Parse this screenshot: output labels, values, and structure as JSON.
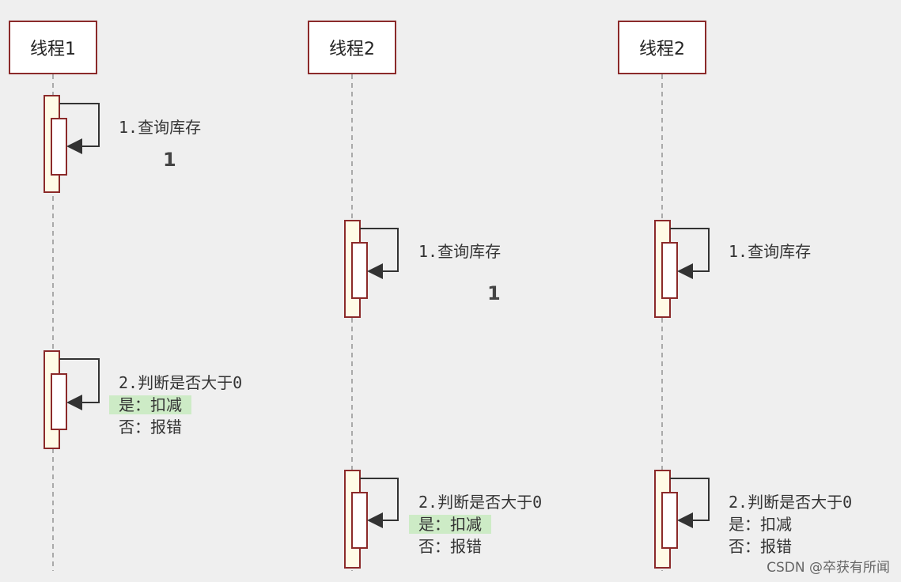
{
  "actors": [
    {
      "label": "线程1"
    },
    {
      "label": "线程2"
    },
    {
      "label": "线程2"
    }
  ],
  "steps": {
    "query_label": "1.查询库存",
    "judge_label": "2.判断是否大于0",
    "yes_label": "是：扣减",
    "no_label": "否：报错"
  },
  "values": {
    "t1_stock": "1",
    "t2_stock": "1"
  },
  "highlight_color": "#cdebc6",
  "lifeline_color": "#8b2a2a",
  "activation_fill": "#fffbe6",
  "watermark": "CSDN @卒获有所闻"
}
